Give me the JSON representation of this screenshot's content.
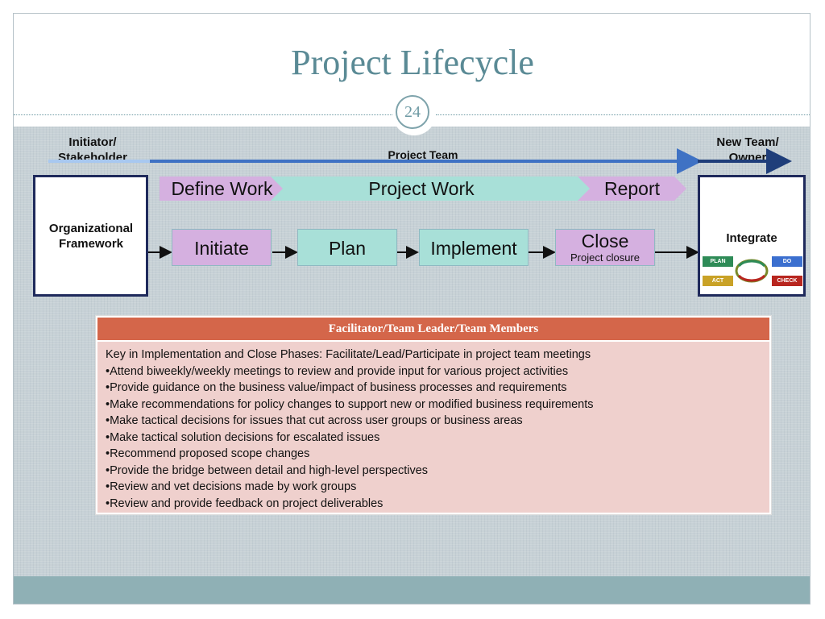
{
  "slide": {
    "title": "Project Lifecycle",
    "number": "24"
  },
  "roles": {
    "initiator": "Initiator/ Stakeholder",
    "project_team": "Project Team",
    "new_team": "New Team/ Owner"
  },
  "left_box": {
    "label": "Organizational Framework"
  },
  "right_box": {
    "label": "Integrate",
    "pdca": {
      "plan": "PLAN",
      "do": "DO",
      "act": "ACT",
      "check": "CHECK"
    }
  },
  "workstreams": {
    "define": "Define Work",
    "project": "Project Work",
    "report": "Report"
  },
  "phases": {
    "initiate": "Initiate",
    "plan": "Plan",
    "implement": "Implement",
    "close": "Close",
    "close_sub": "Project closure"
  },
  "table": {
    "header": "Facilitator/Team Leader/Team Members",
    "lines": [
      "Key in Implementation and Close Phases: Facilitate/Lead/Participate in project team meetings",
      "•Attend biweekly/weekly meetings to review and provide input for various project activities",
      "•Provide guidance on the business value/impact of business processes and requirements",
      "•Make recommendations for policy changes to support new or modified business requirements",
      "•Make tactical decisions for issues that cut across user groups or business areas",
      "•Make tactical solution decisions for escalated issues",
      "•Recommend proposed scope changes",
      "•Provide the bridge between detail and high-level perspectives",
      "•Review and vet decisions made by work groups",
      "•Review and provide feedback on project deliverables"
    ]
  },
  "colors": {
    "title": "#5a8a95",
    "navy": "#1f2a5c",
    "purple_box": "#d5b0e0",
    "teal_box": "#a8e0d8",
    "table_header": "#d4664a",
    "table_body": "#efd0cd"
  }
}
